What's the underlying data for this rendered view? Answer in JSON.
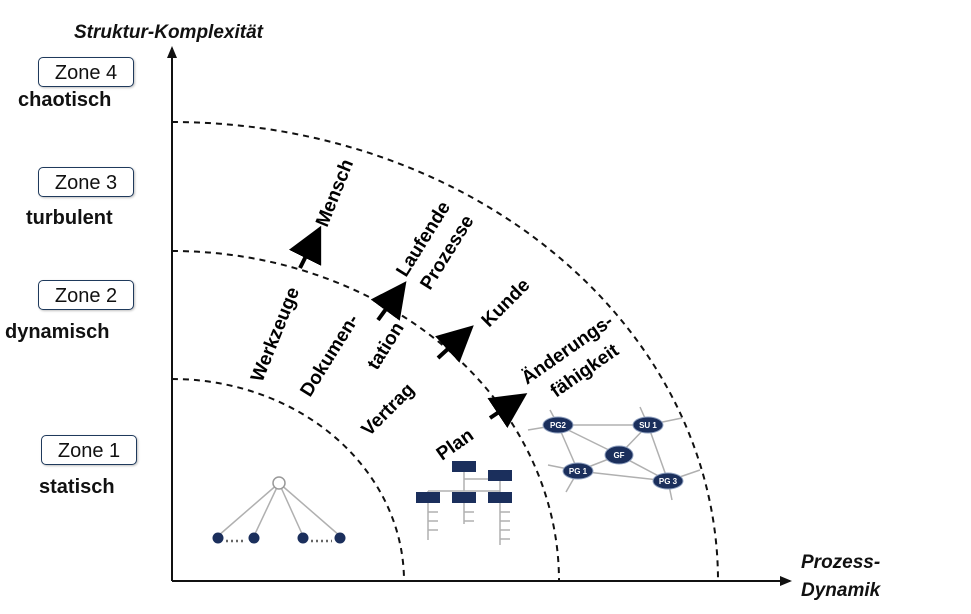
{
  "axes": {
    "y_title": "Struktur-Komplexität",
    "x_title_line1": "Prozess-",
    "x_title_line2": "Dynamik"
  },
  "zones": [
    {
      "label": "Zone 4",
      "description": "chaotisch"
    },
    {
      "label": "Zone 3",
      "description": "turbulent"
    },
    {
      "label": "Zone 2",
      "description": "dynamisch"
    },
    {
      "label": "Zone 1",
      "description": "statisch"
    }
  ],
  "transitions": [
    {
      "from": [
        "Werkzeuge"
      ],
      "to": [
        "Mensch"
      ]
    },
    {
      "from": [
        "Dokumen-",
        "tation"
      ],
      "to": [
        "Laufende",
        "Prozesse"
      ]
    },
    {
      "from": [
        "Vertrag"
      ],
      "to": [
        "Kunde"
      ]
    },
    {
      "from": [
        "Plan"
      ],
      "to": [
        "Änderungs-",
        "fähigkeit"
      ]
    }
  ],
  "network_nodes": [
    "PG2",
    "SU 1",
    "GF",
    "PG 1",
    "PG 3"
  ],
  "colors": {
    "node_fill": "#1b2f5c",
    "line_gray": "#b0b0b0",
    "zone_border": "#1f3a5c"
  },
  "icons": {
    "static": "tree-hierarchy-icon",
    "dynamic": "org-chart-icon",
    "turbulent": "network-graph-icon"
  }
}
